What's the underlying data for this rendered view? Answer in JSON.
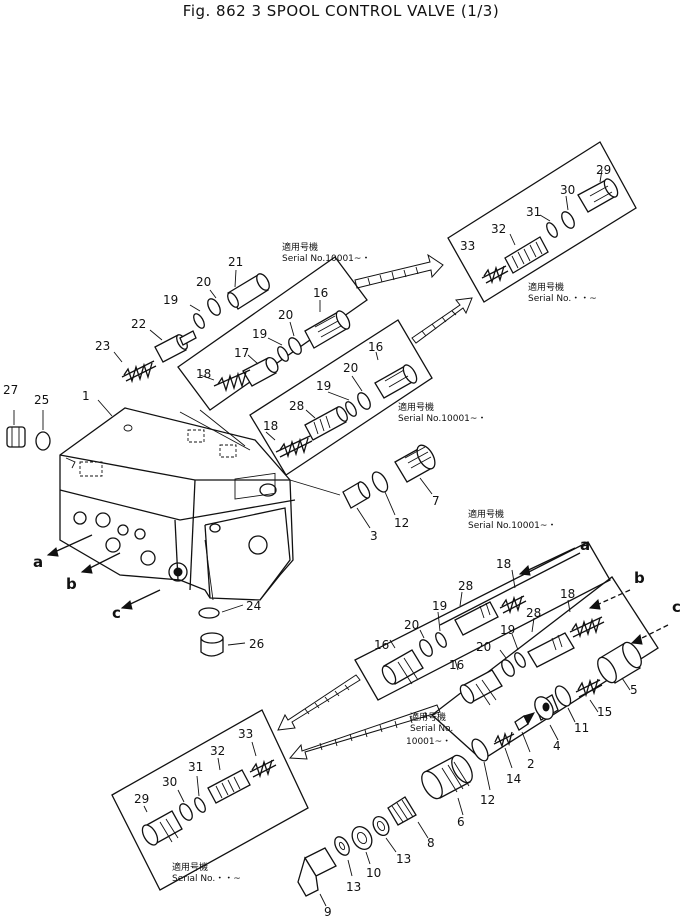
{
  "title": "Fig. 862 3 SPOOL CONTROL VALVE (1/3)",
  "serial_labels": {
    "ja_mark": "適用号機",
    "box1": "Serial No.10001~・",
    "box2": "Serial No.・・~",
    "box3": "Serial No.10001~・",
    "box4": "Serial No.10001~・",
    "box5_line1": "Serial No.",
    "box5_line2": "10001~・",
    "box6": "Serial No.・・~"
  },
  "port_letters": [
    "a",
    "b",
    "c"
  ],
  "part_numbers": {
    "p1": "1",
    "p2": "2",
    "p3": "3",
    "p4": "4",
    "p5": "5",
    "p6": "6",
    "p7": "7",
    "p8": "8",
    "p9": "9",
    "p10": "10",
    "p11": "11",
    "p12": "12",
    "p12b": "12",
    "p13": "13",
    "p13b": "13",
    "p14": "14",
    "p15": "15",
    "p16a": "16",
    "p16b": "16",
    "p16c": "16",
    "p16d": "16",
    "p17": "17",
    "p18a": "18",
    "p18b": "18",
    "p18c": "18",
    "p18d": "18",
    "p19a": "19",
    "p19b": "19",
    "p19c": "19",
    "p19d": "19",
    "p19e": "19",
    "p20a": "20",
    "p20b": "20",
    "p20c": "20",
    "p20d": "20",
    "p20e": "20",
    "p21": "21",
    "p22": "22",
    "p23": "23",
    "p24": "24",
    "p25": "25",
    "p26": "26",
    "p27": "27",
    "p28a": "28",
    "p28b": "28",
    "p28c": "28",
    "p29a": "29",
    "p29b": "29",
    "p30a": "30",
    "p30b": "30",
    "p31a": "31",
    "p31b": "31",
    "p32a": "32",
    "p32b": "32",
    "p33a": "33",
    "p33b": "33"
  }
}
